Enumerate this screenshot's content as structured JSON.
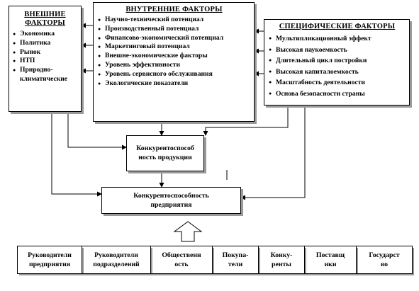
{
  "external": {
    "title": "ВНЕШНИЕ ФАКТОРЫ",
    "items": [
      "Экономика",
      "Политика",
      "Рынок",
      "НТП",
      "Природно-климатические"
    ]
  },
  "internal": {
    "title": "ВНУТРЕННИЕ ФАКТОРЫ",
    "items": [
      "Научно-технический потенциал",
      "Производственный потенциал",
      "Финансово-экономический потенциал",
      "Маркетинговый потенциал",
      "Внешне-экономические факторы",
      "Уровень эффективности",
      "Уровень сервисного обслуживания",
      "Экологические показатели"
    ]
  },
  "specific": {
    "title": "СПЕЦИФИЧЕСКИЕ ФАКТОРЫ",
    "items": [
      "Мультипликационный эффект",
      "Высокая наукоемкость",
      "Длительный цикл постройки",
      "Высокая капиталоемкость",
      "Масштабность деятельности",
      "Основа безопасности страны"
    ]
  },
  "product": {
    "line1": "Конкурентоспособ",
    "line2": "ность продукции"
  },
  "enterprise": {
    "line1": "Конкурентоспособность",
    "line2": "предприятия"
  },
  "stakeholders": [
    [
      "Руководители",
      "предприятия"
    ],
    [
      "Руководители",
      "подразделений"
    ],
    [
      "Общественн",
      "ость"
    ],
    [
      "Покупа-",
      "тели"
    ],
    [
      "Конку-",
      "ренты"
    ],
    [
      "Поставщ",
      "ики"
    ],
    [
      "Государст",
      "во"
    ]
  ]
}
